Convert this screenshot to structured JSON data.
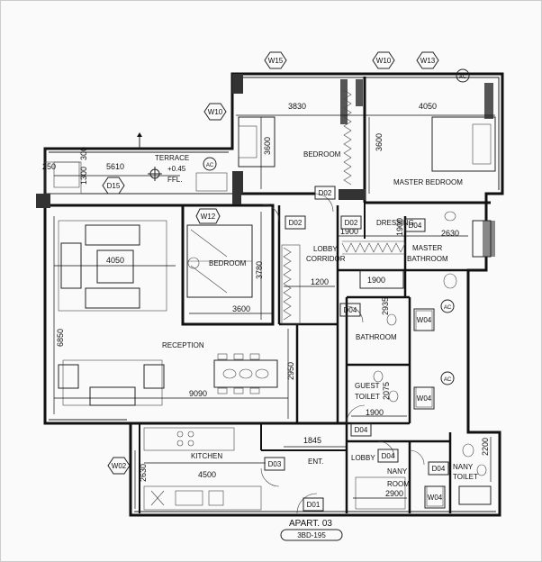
{
  "apartment": {
    "name": "APART. 03",
    "code": "3BD-195"
  },
  "rooms": {
    "bedroom": "BEDROOM",
    "master_bedroom": "MASTER BEDROOM",
    "terrace": "TERRACE",
    "terrace_level": "+0.45",
    "terrace_ffl": "FFL.",
    "bedroom2": "BEDROOM",
    "lobby_corridor_1": "LOBBY",
    "lobby_corridor_2": "CORRIDOR",
    "dressing": "DRESSING",
    "master_bath_1": "MASTER",
    "master_bath_2": "BATHROOM",
    "reception": "RECEPTION",
    "bathroom": "BATHROOM",
    "guest_toilet_1": "GUEST",
    "guest_toilet_2": "TOILET",
    "kitchen": "KITCHEN",
    "entrance": "ENT.",
    "lobby": "LOBBY",
    "nany_room_1": "NANY",
    "nany_room_2": "ROOM",
    "nany_toilet_1": "NANY",
    "nany_toilet_2": "TOILET"
  },
  "dimensions": {
    "d3830": "3830",
    "d4050_top": "4050",
    "d3600_v1": "3600",
    "d3600_v2": "3600",
    "d5610": "5610",
    "d250": "250",
    "d300": "300",
    "d1300": "1300",
    "d4050_rec": "4050",
    "d3780": "3780",
    "d3600_bed": "3600",
    "d1900_dress": "1900",
    "d1900_v": "1900",
    "d2630_mb": "2630",
    "d1200": "1200",
    "d1900_bath": "1900",
    "d2935": "2935",
    "d6850": "6850",
    "d9090": "9090",
    "d2950": "2950",
    "d2075": "2075",
    "d1900_gt": "1900",
    "d1845": "1845",
    "d2630_k": "2630",
    "d4500": "4500",
    "d2900": "2900",
    "d2200": "2200"
  },
  "tags": {
    "w15": "W15",
    "w10_top": "W10",
    "w13": "W13",
    "w10_left": "W10",
    "d15": "D15",
    "w12": "W12",
    "d02_a": "D02",
    "d02_b": "D02",
    "d02_c": "D02",
    "d04_a": "D04",
    "d04_b": "D04",
    "d04_c": "D04",
    "d04_d": "D04",
    "d04_e": "D04",
    "d03": "D03",
    "d01": "D01",
    "w02": "W02",
    "w04_a": "W04",
    "w04_b": "W04",
    "w04_c": "W04",
    "ac_1": "AC",
    "ac_2": "AC",
    "ac_3": "AC",
    "ac_4": "AC"
  }
}
